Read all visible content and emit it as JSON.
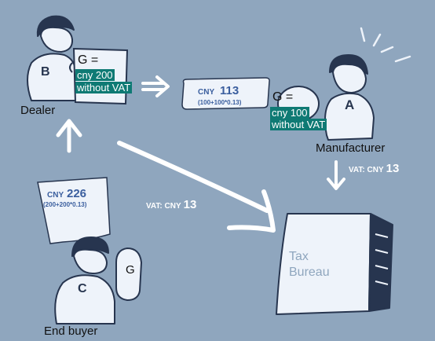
{
  "dealer": {
    "name": "Dealer",
    "badge": "B",
    "sheet_title": "G =",
    "sheet_line1": "cny 200",
    "sheet_line2": "without VAT"
  },
  "manufacturer": {
    "name": "Manufacturer",
    "badge": "A",
    "sheet_title": "G =",
    "sheet_line1": "cny 100",
    "sheet_line2": "without VAT"
  },
  "end_buyer": {
    "name": "End buyer",
    "badge": "C",
    "item_label": "G"
  },
  "payment_to_manufacturer": {
    "currency": "CNY",
    "amount": "113",
    "formula": "(100+100*0.13)"
  },
  "payment_to_dealer": {
    "currency": "CNY",
    "amount": "226",
    "formula": "(200+200*0.13)"
  },
  "vat_from_manufacturer": {
    "label": "VAT: CNY",
    "amount": "13"
  },
  "vat_from_dealer": {
    "label": "VAT: CNY",
    "amount": "13"
  },
  "tax_bureau": {
    "line1": "Tax",
    "line2": "Bureau"
  },
  "colors": {
    "background": "#8fa6be",
    "paper": "#eef3fa",
    "outline": "#27354f",
    "highlight": "#0f7a74",
    "note_text": "#3a5e9e"
  }
}
